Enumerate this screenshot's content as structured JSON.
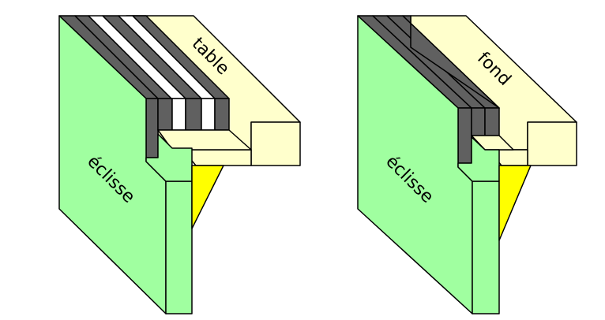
{
  "diagrams": [
    {
      "top_label": "table",
      "side_label": "éclisse"
    },
    {
      "top_label": "fond",
      "side_label": "éclisse"
    }
  ],
  "colors": {
    "eclisse_green": "#a0ffa0",
    "top_cream": "#ffffcc",
    "binding_dark": "#606060",
    "binding_white": "#ffffff",
    "glue_yellow": "#ffff00",
    "outline": "#000000"
  }
}
